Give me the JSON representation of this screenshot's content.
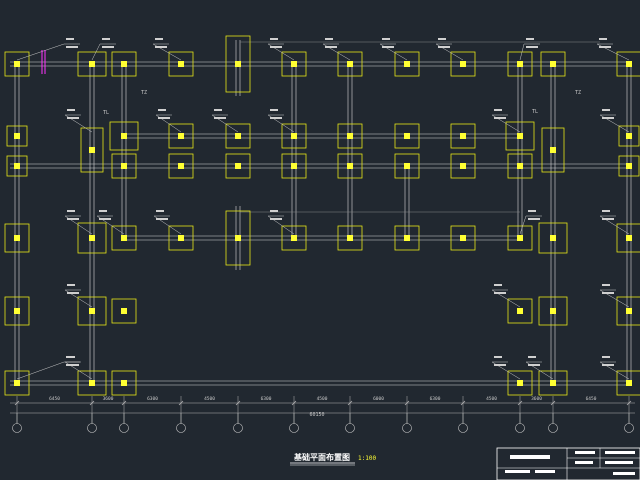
{
  "drawing": {
    "title": "基础平面布置图",
    "scale": "1:100",
    "colors": {
      "background": "#212830",
      "footing": "#e6e619",
      "column": "#ffff33",
      "beam": "#d8d8d8",
      "dimension": "#b4b4b4",
      "grid": "#c8c8c8",
      "leader": "#c8c8c8",
      "magenta_mark": "#ff33ff"
    }
  },
  "dimensions": {
    "spans": [
      "6450",
      "3600",
      "6300",
      "4500",
      "6300",
      "4500",
      "6000",
      "6300",
      "4500",
      "3600",
      "6450"
    ],
    "total": "60150"
  },
  "tags": {
    "tz": "TZ",
    "tl": "TL"
  }
}
